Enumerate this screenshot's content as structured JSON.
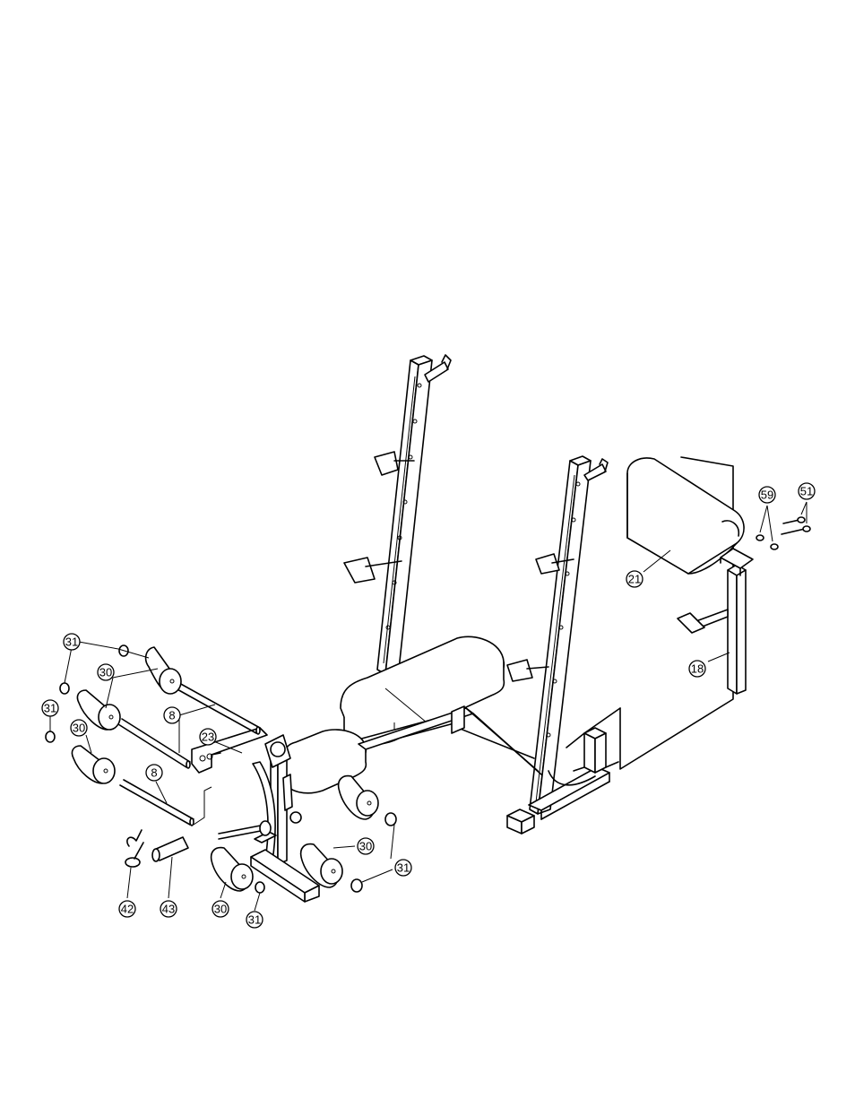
{
  "callouts": [
    {
      "id": "c1",
      "label": "31"
    },
    {
      "id": "c2",
      "label": "30"
    },
    {
      "id": "c3",
      "label": "31"
    },
    {
      "id": "c4",
      "label": "30"
    },
    {
      "id": "c5",
      "label": "8"
    },
    {
      "id": "c6",
      "label": "23"
    },
    {
      "id": "c7",
      "label": "8"
    },
    {
      "id": "c8",
      "label": "42"
    },
    {
      "id": "c9",
      "label": "43"
    },
    {
      "id": "c10",
      "label": "30"
    },
    {
      "id": "c11",
      "label": "31"
    },
    {
      "id": "c12",
      "label": "30"
    },
    {
      "id": "c13",
      "label": "31"
    },
    {
      "id": "c14",
      "label": "21"
    },
    {
      "id": "c15",
      "label": "59"
    },
    {
      "id": "c16",
      "label": "51"
    },
    {
      "id": "c17",
      "label": "18"
    }
  ]
}
